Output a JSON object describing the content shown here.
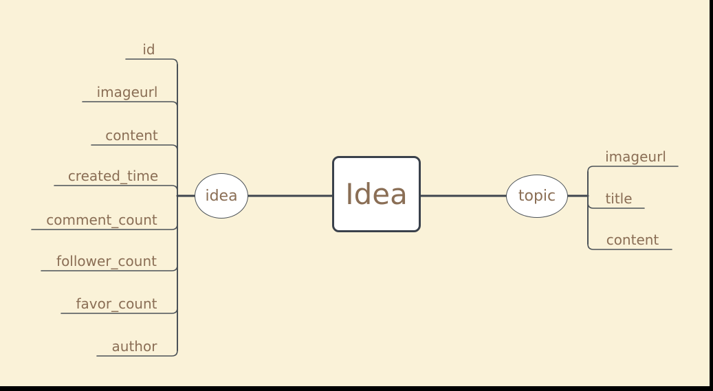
{
  "colors": {
    "canvas_background": "#faf2d8",
    "branch_line": "#4a5157",
    "main_connector": "#3e454e",
    "node_fill": "#ffffff",
    "node_border": "#3a414b",
    "text": "#8a6e55",
    "window_edge": "#000000"
  },
  "mindmap": {
    "root": {
      "label": "Idea"
    },
    "branches": [
      {
        "label": "idea",
        "side": "left",
        "children": [
          {
            "label": "id"
          },
          {
            "label": "imageurl"
          },
          {
            "label": "content"
          },
          {
            "label": "created_time"
          },
          {
            "label": "comment_count"
          },
          {
            "label": "follower_count"
          },
          {
            "label": "favor_count"
          },
          {
            "label": "author"
          }
        ]
      },
      {
        "label": "topic",
        "side": "right",
        "children": [
          {
            "label": "imageurl"
          },
          {
            "label": "title"
          },
          {
            "label": "content"
          }
        ]
      }
    ]
  }
}
